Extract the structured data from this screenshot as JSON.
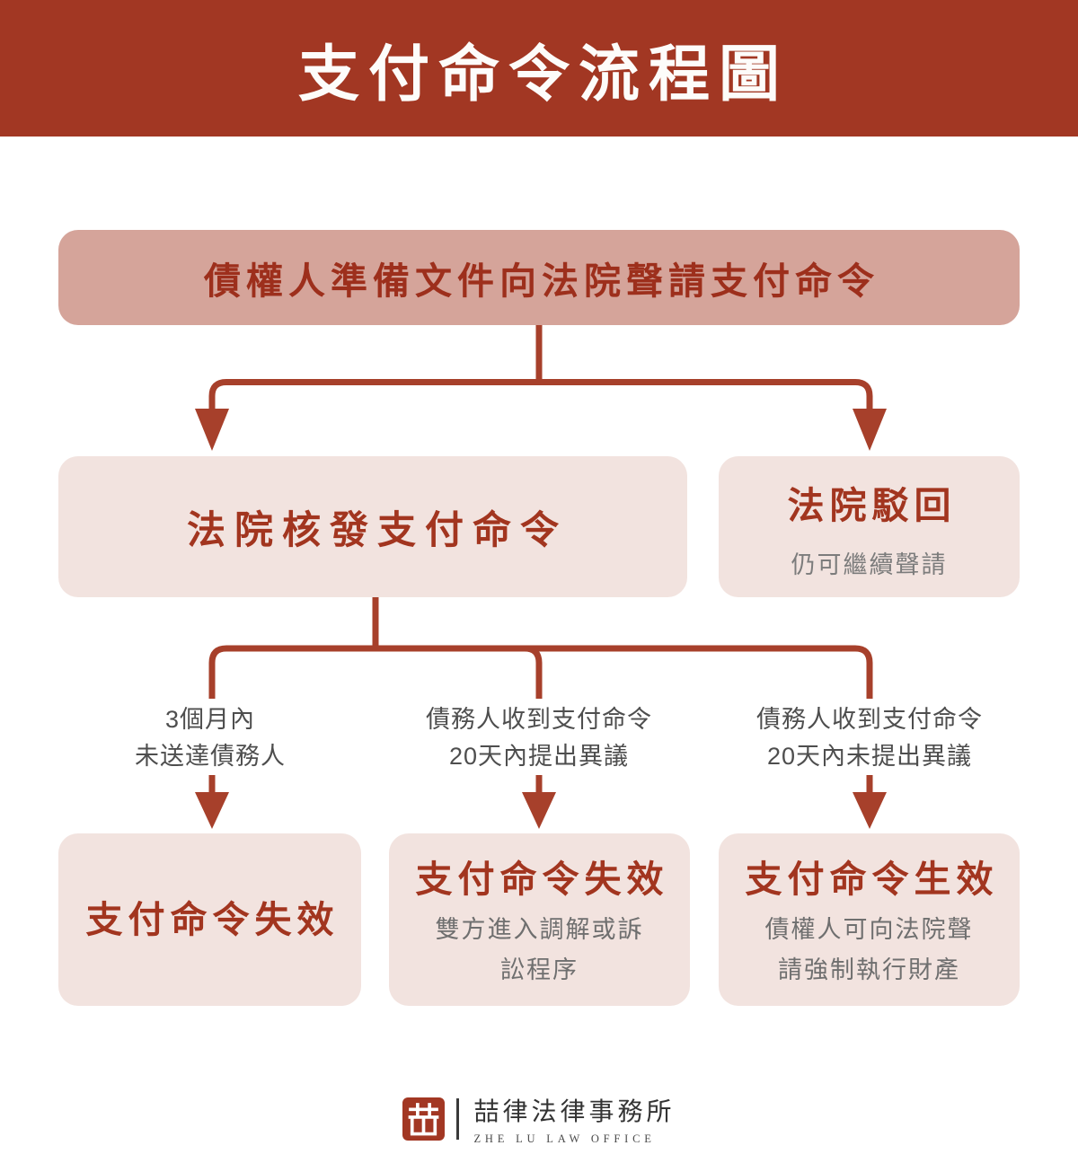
{
  "page": {
    "title": "支付命令流程圖"
  },
  "colors": {
    "brand_red": "#A23723",
    "connector_red": "#A7402B",
    "box_rose": "#D5A49A",
    "box_light": "#F2E3DF",
    "title_red": "#A2351F",
    "subtitle_gray": "#7C7C7C",
    "label_gray": "#4E4E4E",
    "logo_gray": "#333333"
  },
  "flow": {
    "step1": {
      "label": "債權人準備文件向法院聲請支付命令"
    },
    "step2_left": {
      "label": "法院核發支付命令"
    },
    "step2_right": {
      "title": "法院駁回",
      "subtitle": "仍可繼續聲請"
    },
    "branches": [
      {
        "condition": "3個月內\n未送達債務人",
        "result_title": "支付命令失效",
        "result_subtitle": ""
      },
      {
        "condition": "債務人收到支付命令\n20天內提出異議",
        "result_title": "支付命令失效",
        "result_subtitle": "雙方進入調解或訴\n訟程序"
      },
      {
        "condition": "債務人收到支付命令\n20天內未提出異議",
        "result_title": "支付命令生效",
        "result_subtitle": "債權人可向法院聲\n請強制執行財產"
      }
    ]
  },
  "footer": {
    "logo_icon": "zhe-lu-seal-icon",
    "firm_name": "喆律法律事務所",
    "firm_name_en": "ZHE LU LAW OFFICE"
  }
}
